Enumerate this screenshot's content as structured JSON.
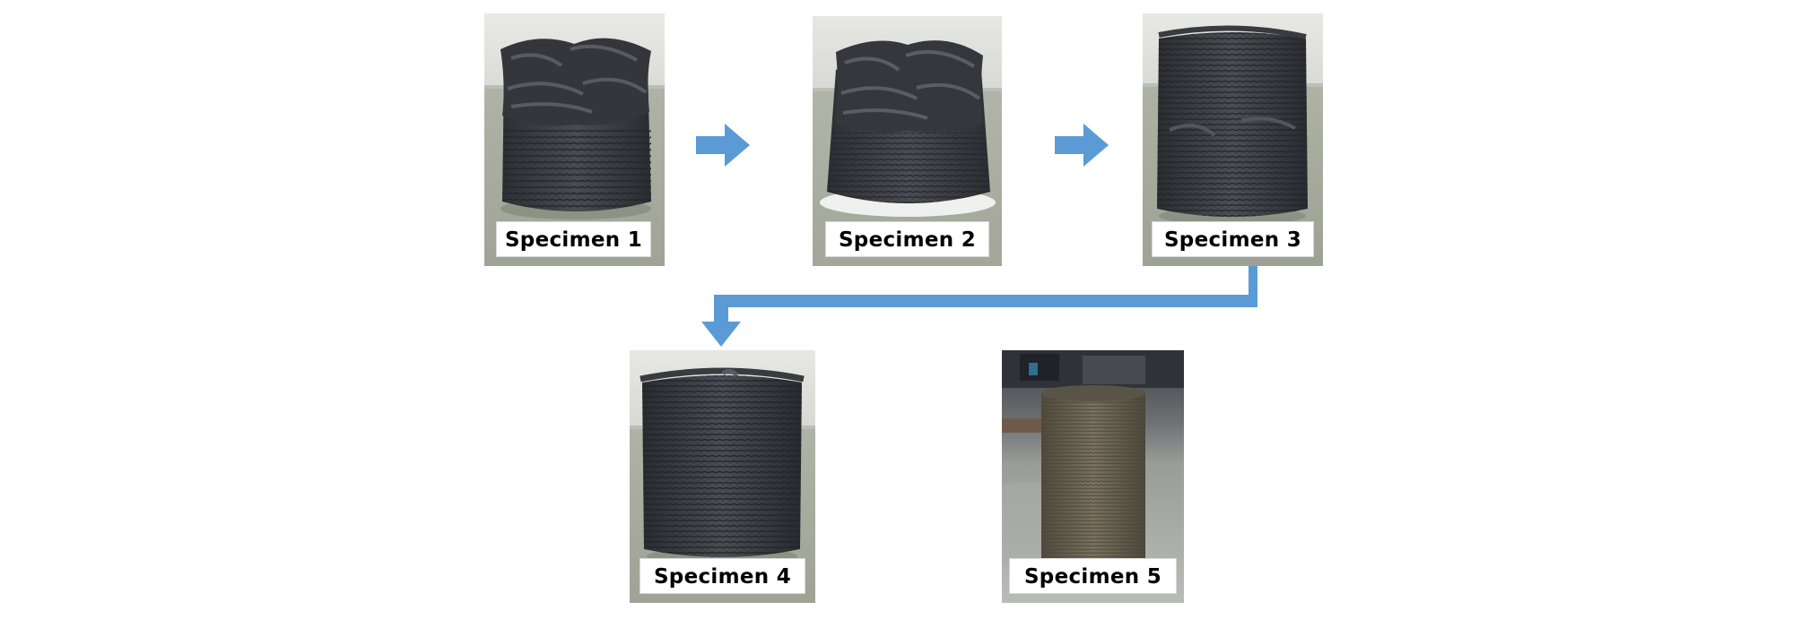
{
  "specimens": [
    {
      "label": "Specimen 1"
    },
    {
      "label": "Specimen 2"
    },
    {
      "label": "Specimen 3"
    },
    {
      "label": "Specimen 4"
    },
    {
      "label": "Specimen 5"
    }
  ],
  "colors": {
    "arrow": "#5b9bd5",
    "specimen_dark": "#3f4045",
    "specimen_5": "#6e6656"
  }
}
